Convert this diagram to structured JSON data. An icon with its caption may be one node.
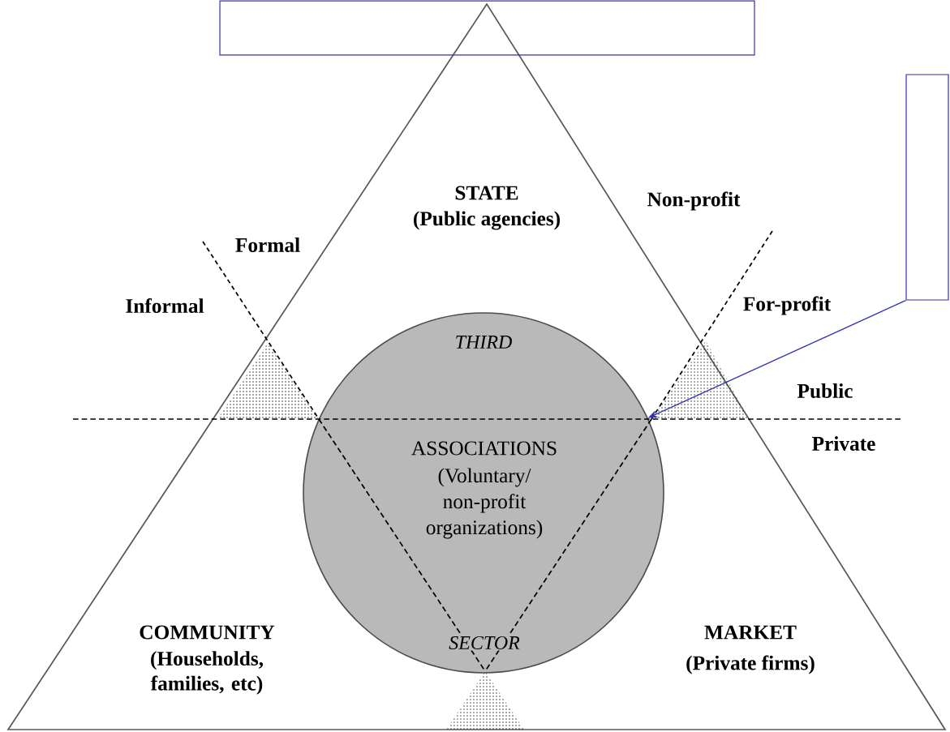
{
  "diagram": {
    "nodes": [
      {
        "text": [],
        "shape": "box"
      },
      {
        "text": [],
        "shape": "box"
      },
      {
        "text": [
          "THIRD",
          "ASSOCIATIONS",
          "(Voluntary/ non-profit organizations)",
          "SECTOR"
        ]
      }
    ],
    "edges": [
      {
        "from": 1,
        "to": 2,
        "arrow": "to"
      }
    ],
    "labels": [
      "STATE",
      "(Public agencies)",
      "Non-profit",
      "Formal",
      "Informal",
      "For-profit",
      "Public",
      "Private",
      "COMMUNITY",
      "(Households, families, etc)",
      "MARKET",
      "(Private firms)"
    ]
  }
}
